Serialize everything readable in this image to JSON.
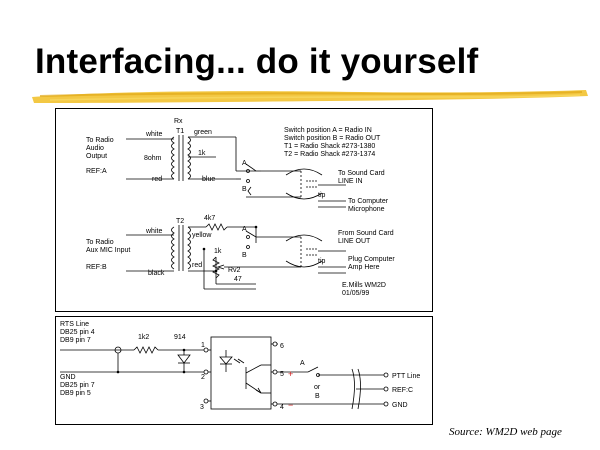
{
  "slide": {
    "title": "Interfacing... do it yourself",
    "source": "Source: WM2D web page",
    "accent_color": "#f2c230"
  },
  "audio_schematic": {
    "rx_label": "Rx",
    "t1_label": "T1",
    "t2_label": "T2",
    "to_radio_audio": [
      "To Radio",
      "Audio",
      "Output"
    ],
    "ref_a": "REF:A",
    "to_radio_aux": [
      "To Radio",
      "Aux MIC Input"
    ],
    "ref_b": "REF:B",
    "wire_white_1": "white",
    "wire_green": "green",
    "ohm_8": "8ohm",
    "wire_red_1": "red",
    "k_1": "1k",
    "wire_blue": "blue",
    "wire_white_2": "white",
    "wire_yellow": "yellow",
    "res_4k7": "4k7",
    "k_2": "1k",
    "wire_black": "black",
    "wire_red_2": "red",
    "rv2": "Rv2",
    "rv2_value": "47",
    "switch_a_1": "A",
    "switch_b_1": "B",
    "switch_a_2": "A",
    "switch_b_2": "B",
    "tip_1": "tip",
    "tip_2": "tip",
    "notes": [
      "Switch position A = Radio IN",
      "Switch position B = Radio OUT",
      "T1 = Radio Shack #273-1380",
      "T2 = Radio Shack #273-1374"
    ],
    "to_sound_card": [
      "To Sound Card",
      "LINE IN"
    ],
    "to_computer_mic": [
      "To Computer",
      "Microphone"
    ],
    "from_sound_card": [
      "From Sound Card",
      "LINE OUT"
    ],
    "plug_speaker": [
      "Plug Computer",
      "Amp Here"
    ],
    "author": [
      "E.Mills    WM2D",
      "01/05/99"
    ]
  },
  "ptt_schematic": {
    "rts_line": [
      "RTS Line",
      "DB25 pin 4",
      "DB9 pin 7"
    ],
    "gnd": [
      "GND",
      "DB25 pin 7",
      "DB9 pin 5"
    ],
    "res_1k2": "1k2",
    "diode_914": "914",
    "pin_1": "1",
    "pin_2": "2",
    "pin_3": "3",
    "pin_4": "4",
    "pin_5": "5",
    "pin_6": "6",
    "plus": "+",
    "minus": "−",
    "switch_a": "A",
    "switch_or": "or",
    "switch_b": "B",
    "ptt_line": "PTT Line",
    "ref_c": "REF:C",
    "gnd_out": "GND"
  }
}
